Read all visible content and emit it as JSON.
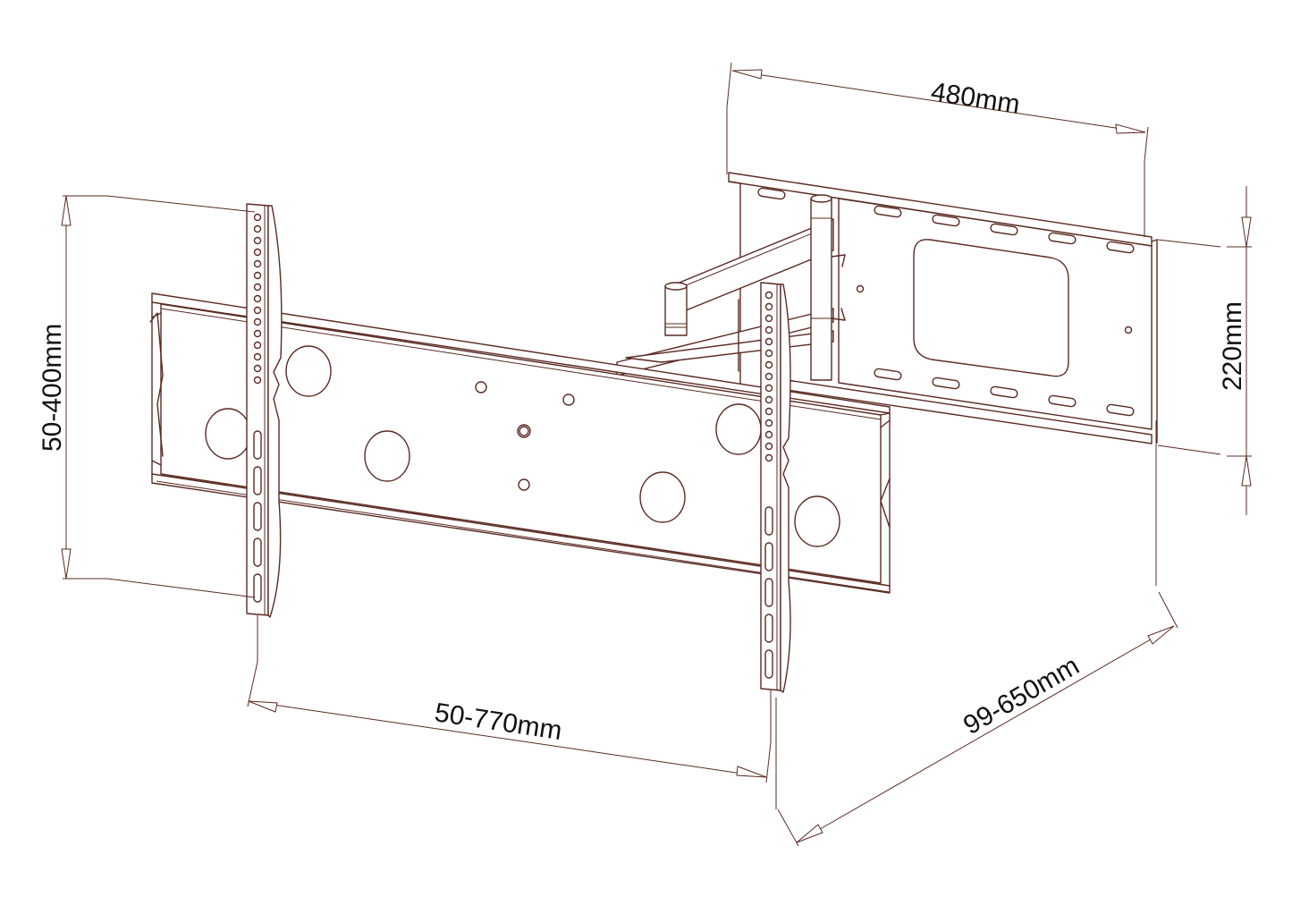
{
  "diagram": {
    "subject": "Articulating TV wall mount bracket",
    "colors": {
      "line": "#5a2a22",
      "text": "#111111",
      "background": "#ffffff"
    },
    "dimensions": {
      "wall_plate_width": "480mm",
      "wall_plate_height": "220mm",
      "vertical_hole_spacing": "50-400mm",
      "horizontal_hole_spacing": "50-770mm",
      "extension_depth": "99-650mm"
    },
    "components": [
      "wall-plate",
      "articulating-arm",
      "horizontal-rail",
      "left-vertical-bracket",
      "right-vertical-bracket"
    ]
  }
}
